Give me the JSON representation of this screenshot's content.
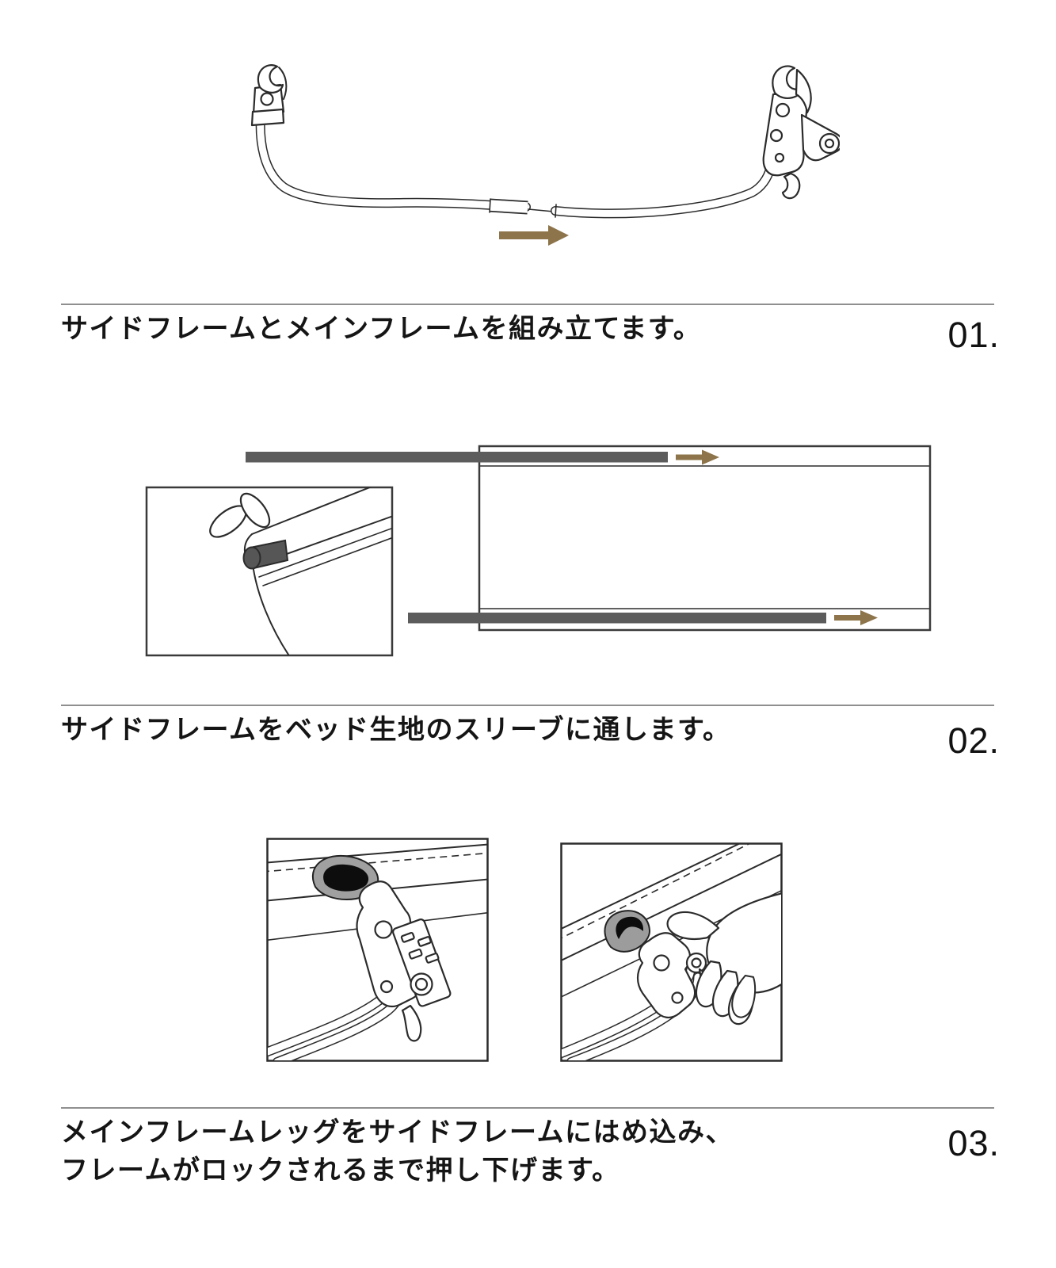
{
  "document": {
    "type": "assembly-instructions",
    "language": "ja",
    "background": "#ffffff",
    "colors": {
      "line_art": "#2b2b2b",
      "separator": "#8f8f8f",
      "frame_border": "#3a3a3a",
      "pole_gray": "#5c5c5c",
      "arrow_gold": "#8d744a",
      "loop_dark": "#0d0d0d",
      "loop_gray": "#a0a0a0",
      "text": "#151515"
    },
    "steps": [
      {
        "number": "01.",
        "lines": [
          "サイドフレームとメインフレームを組み立てます。"
        ],
        "figure": "main-frame-assembly-diagram"
      },
      {
        "number": "02.",
        "lines": [
          "サイドフレームをベッド生地のスリーブに通します。"
        ],
        "figure": "side-frame-sleeve-insertion-diagram"
      },
      {
        "number": "03.",
        "lines": [
          "メインフレームレッグをサイドフレームにはめ込み、",
          "フレームがロックされるまで押し下げます。"
        ],
        "figure": "leg-lock-diagram"
      }
    ]
  }
}
